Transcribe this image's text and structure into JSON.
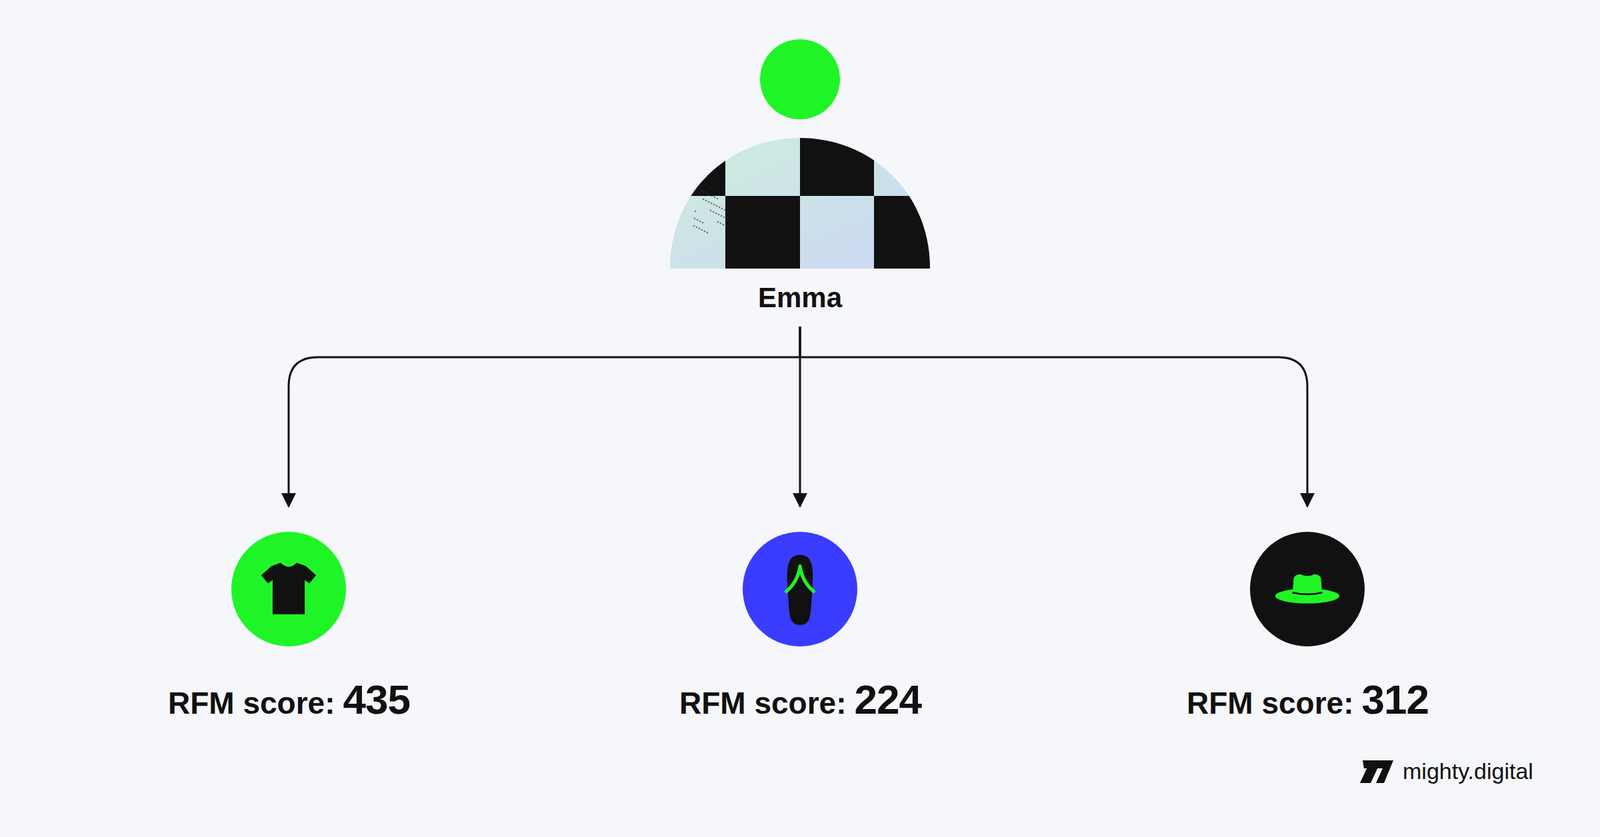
{
  "diagram": {
    "nodes": [
      {
        "text": [
          "Emma"
        ]
      },
      {
        "text": [
          "RFM score:",
          "435"
        ]
      },
      {
        "text": [
          "RFM score:",
          "224"
        ]
      },
      {
        "text": [
          "RFM score:",
          "312"
        ]
      }
    ],
    "edges": [
      {
        "from": 0,
        "to": 1,
        "arrow": "to"
      },
      {
        "from": 0,
        "to": 2,
        "arrow": "to"
      },
      {
        "from": 0,
        "to": 3,
        "arrow": "to"
      }
    ],
    "labels": [
      "mighty.digital"
    ]
  }
}
